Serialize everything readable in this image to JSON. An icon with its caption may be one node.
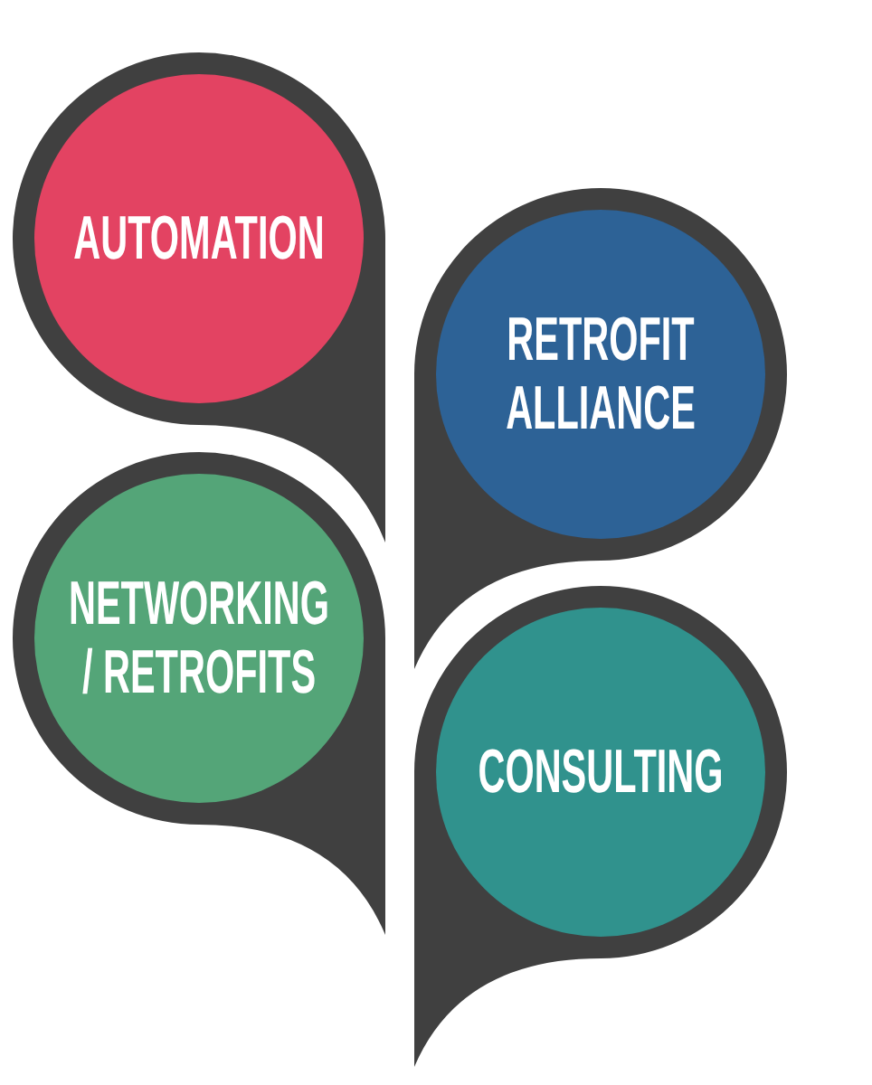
{
  "diagram": {
    "nodes": [
      {
        "text": [
          "AUTOMATION"
        ]
      },
      {
        "text": [
          "RETROFIT ALLIANCE"
        ]
      },
      {
        "text": [
          "NETWORKING / RETROFITS"
        ]
      },
      {
        "text": [
          "CONSULTING"
        ]
      }
    ]
  }
}
